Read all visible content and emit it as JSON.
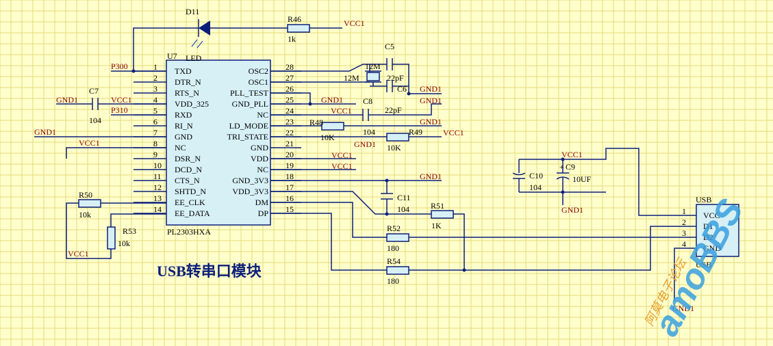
{
  "title": "USB转串口模块",
  "chip": {
    "ref": "U7",
    "part": "PL2303HXA",
    "left_pins": [
      {
        "num": "1",
        "name": "TXD"
      },
      {
        "num": "2",
        "name": "DTR_N"
      },
      {
        "num": "3",
        "name": "RTS_N"
      },
      {
        "num": "4",
        "name": "VDD_325"
      },
      {
        "num": "5",
        "name": "RXD"
      },
      {
        "num": "6",
        "name": "RI_N"
      },
      {
        "num": "7",
        "name": "GND"
      },
      {
        "num": "8",
        "name": "NC"
      },
      {
        "num": "9",
        "name": "DSR_N"
      },
      {
        "num": "10",
        "name": "DCD_N"
      },
      {
        "num": "11",
        "name": "CTS_N"
      },
      {
        "num": "12",
        "name": "SHTD_N"
      },
      {
        "num": "13",
        "name": "EE_CLK"
      },
      {
        "num": "14",
        "name": "EE_DATA"
      }
    ],
    "right_pins": [
      {
        "num": "28",
        "name": "OSC2"
      },
      {
        "num": "27",
        "name": "OSC1"
      },
      {
        "num": "26",
        "name": "PLL_TEST"
      },
      {
        "num": "25",
        "name": "GND_PLL"
      },
      {
        "num": "24",
        "name": "NC"
      },
      {
        "num": "23",
        "name": "LD_MODE"
      },
      {
        "num": "22",
        "name": "TRI_STATE"
      },
      {
        "num": "21",
        "name": "GND"
      },
      {
        "num": "20",
        "name": "VDD"
      },
      {
        "num": "19",
        "name": "NC"
      },
      {
        "num": "18",
        "name": "GND_3V3"
      },
      {
        "num": "17",
        "name": "VDD_3V3"
      },
      {
        "num": "16",
        "name": "DM"
      },
      {
        "num": "15",
        "name": "DP"
      }
    ]
  },
  "usb": {
    "ref": "USB",
    "part": "USB",
    "pins": [
      {
        "num": "1",
        "name": "VCC"
      },
      {
        "num": "2",
        "name": "D1"
      },
      {
        "num": "3",
        "name": "D2"
      },
      {
        "num": "4",
        "name": "GND"
      }
    ]
  },
  "components": {
    "d11": {
      "ref": "D11",
      "value": "LED"
    },
    "r46": {
      "ref": "R46",
      "value": "1k"
    },
    "c5": {
      "ref": "C5",
      "value": "22pF"
    },
    "c6": {
      "ref": "C6",
      "value": "22pF"
    },
    "y1": {
      "ref": "12M",
      "value": "12M"
    },
    "c7": {
      "ref": "C7",
      "value": "104"
    },
    "c8": {
      "ref": "C8",
      "value": "104"
    },
    "r48": {
      "ref": "R48",
      "value": "10K"
    },
    "r49": {
      "ref": "R49",
      "value": "10K"
    },
    "c9": {
      "ref": "C9",
      "value": "10UF"
    },
    "c10": {
      "ref": "C10",
      "value": "104"
    },
    "c11": {
      "ref": "C11",
      "value": "104"
    },
    "r50": {
      "ref": "R50",
      "value": "10k"
    },
    "r51": {
      "ref": "R51",
      "value": "1K"
    },
    "r52": {
      "ref": "R52",
      "value": "180"
    },
    "r53": {
      "ref": "R53",
      "value": "10k"
    },
    "r54": {
      "ref": "R54",
      "value": "180"
    }
  },
  "nets": {
    "vcc1": "VCC1",
    "gnd1": "GND1",
    "p300": "P300",
    "p310": "P310"
  },
  "watermark": {
    "brand": "amoBBS",
    "sub": "阿莫电子论坛"
  }
}
